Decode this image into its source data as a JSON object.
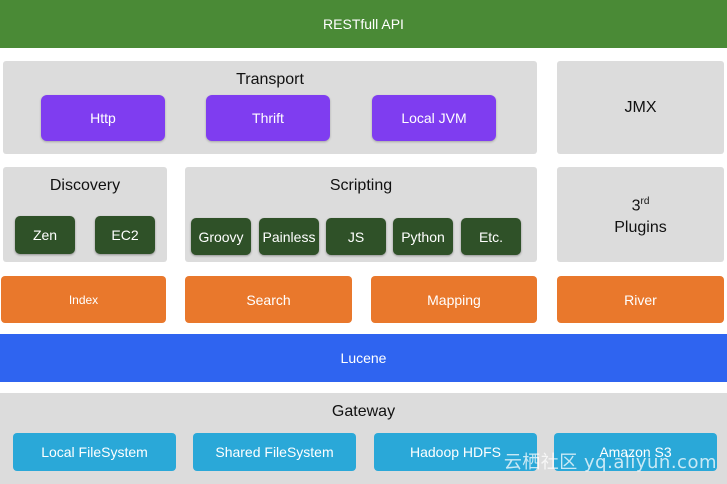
{
  "restful_api": "RESTfull API",
  "transport": {
    "title": "Transport",
    "items": [
      "Http",
      "Thrift",
      "Local JVM"
    ]
  },
  "jmx": "JMX",
  "discovery": {
    "title": "Discovery",
    "items": [
      "Zen",
      "EC2"
    ]
  },
  "scripting": {
    "title": "Scripting",
    "items": [
      "Groovy",
      "Painless",
      "JS",
      "Python",
      "Etc."
    ]
  },
  "third_party_plugins": {
    "number": "3",
    "superscript": "rd",
    "label": "Plugins"
  },
  "modules": [
    "Index",
    "Search",
    "Mapping",
    "River"
  ],
  "lucene": "Lucene",
  "gateway": {
    "title": "Gateway",
    "items": [
      "Local FileSystem",
      "Shared FileSystem",
      "Hadoop HDFS",
      "Amazon S3"
    ]
  },
  "watermark": "云栖社区 yq.aliyun.com",
  "colors": {
    "api_green": "#4a8a36",
    "panel_gray": "#dcdcdc",
    "purple": "#7f3df0",
    "dark_green": "#2f5128",
    "orange": "#e9782c",
    "lucene_blue": "#2f64f0",
    "cyan": "#2aa8d8"
  }
}
